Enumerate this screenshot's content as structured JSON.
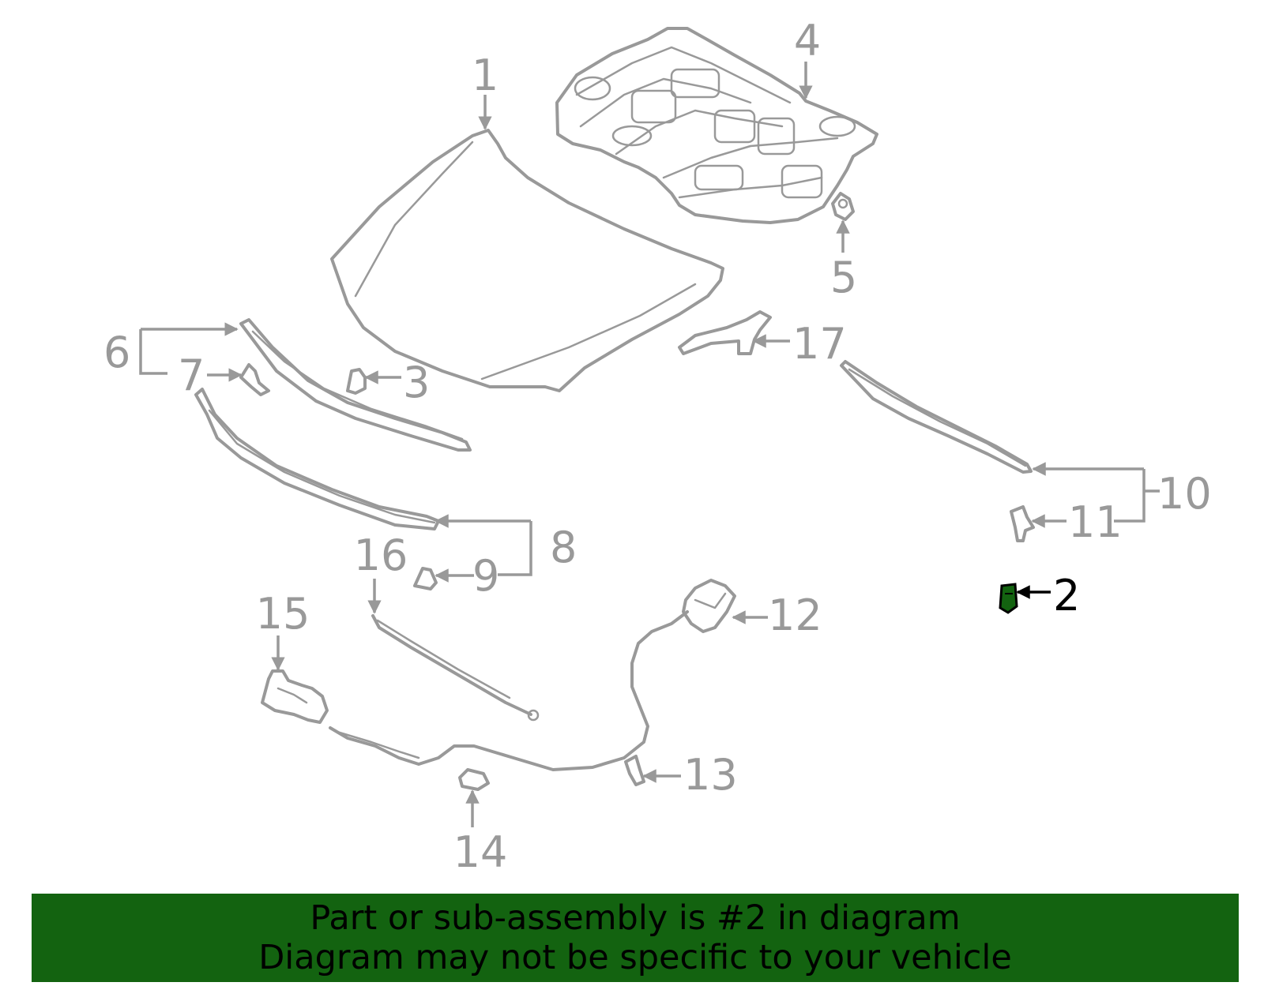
{
  "callouts": {
    "c1": "1",
    "c2": "2",
    "c3": "3",
    "c4": "4",
    "c5": "5",
    "c6": "6",
    "c7": "7",
    "c8": "8",
    "c9": "9",
    "c10": "10",
    "c11": "11",
    "c12": "12",
    "c13": "13",
    "c14": "14",
    "c15": "15",
    "c16": "16",
    "c17": "17"
  },
  "highlight": {
    "part_number": "2",
    "color": "#136310"
  },
  "colors": {
    "line": "#999999",
    "banner": "#136310",
    "highlight_text": "#000000"
  },
  "banner": {
    "line1": "Part or sub-assembly is #2 in diagram",
    "line2": "Diagram may not be specific to your vehicle"
  }
}
